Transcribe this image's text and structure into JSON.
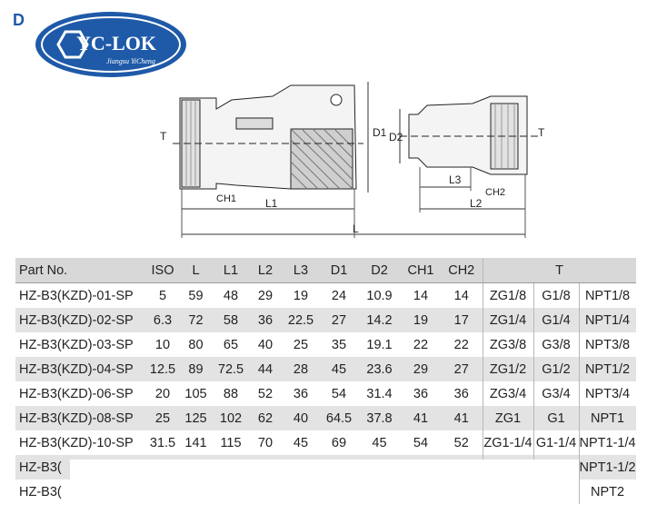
{
  "corner_letter": "D",
  "logo": {
    "brand": "YC-LOK",
    "tagline": "Jiangsu YiCheng"
  },
  "drawing": {
    "labels": {
      "t_left": "T",
      "t_right": "T",
      "d1": "D1",
      "d2": "D2",
      "l": "L",
      "l1": "L1",
      "l2": "L2",
      "l3": "L3",
      "ch1": "CH1",
      "ch2": "CH2"
    }
  },
  "table": {
    "headers": [
      "Part No.",
      "ISO",
      "L",
      "L1",
      "L2",
      "L3",
      "D1",
      "D2",
      "CH1",
      "CH2",
      "T"
    ],
    "rows": [
      {
        "part": "HZ-B3(KZD)-01-SP",
        "iso": "5",
        "l": "59",
        "l1": "48",
        "l2": "29",
        "l3": "19",
        "d1": "24",
        "d2": "10.9",
        "ch1": "14",
        "ch2": "14",
        "t1": "ZG1/8",
        "t2": "G1/8",
        "t3": "NPT1/8"
      },
      {
        "part": "HZ-B3(KZD)-02-SP",
        "iso": "6.3",
        "l": "72",
        "l1": "58",
        "l2": "36",
        "l3": "22.5",
        "d1": "27",
        "d2": "14.2",
        "ch1": "19",
        "ch2": "17",
        "t1": "ZG1/4",
        "t2": "G1/4",
        "t3": "NPT1/4"
      },
      {
        "part": "HZ-B3(KZD)-03-SP",
        "iso": "10",
        "l": "80",
        "l1": "65",
        "l2": "40",
        "l3": "25",
        "d1": "35",
        "d2": "19.1",
        "ch1": "22",
        "ch2": "22",
        "t1": "ZG3/8",
        "t2": "G3/8",
        "t3": "NPT3/8"
      },
      {
        "part": "HZ-B3(KZD)-04-SP",
        "iso": "12.5",
        "l": "89",
        "l1": "72.5",
        "l2": "44",
        "l3": "28",
        "d1": "45",
        "d2": "23.6",
        "ch1": "29",
        "ch2": "27",
        "t1": "ZG1/2",
        "t2": "G1/2",
        "t3": "NPT1/2"
      },
      {
        "part": "HZ-B3(KZD)-06-SP",
        "iso": "20",
        "l": "105",
        "l1": "88",
        "l2": "52",
        "l3": "36",
        "d1": "54",
        "d2": "31.4",
        "ch1": "36",
        "ch2": "36",
        "t1": "ZG3/4",
        "t2": "G3/4",
        "t3": "NPT3/4"
      },
      {
        "part": "HZ-B3(KZD)-08-SP",
        "iso": "25",
        "l": "125",
        "l1": "102",
        "l2": "62",
        "l3": "40",
        "d1": "64.5",
        "d2": "37.8",
        "ch1": "41",
        "ch2": "41",
        "t1": "ZG1",
        "t2": "G1",
        "t3": "NPT1"
      },
      {
        "part": "HZ-B3(KZD)-10-SP",
        "iso": "31.5",
        "l": "141",
        "l1": "115",
        "l2": "70",
        "l3": "45",
        "d1": "69",
        "d2": "45",
        "ch1": "54",
        "ch2": "52",
        "t1": "ZG1-1/4",
        "t2": "G1-1/4",
        "t3": "NPT1-1/4"
      },
      {
        "part": "HZ-B3(",
        "iso": "",
        "l": "",
        "l1": "",
        "l2": "",
        "l3": "",
        "d1": "",
        "d2": "",
        "ch1": "",
        "ch2": "",
        "t1": "",
        "t2": "",
        "t3": "NPT1-1/2"
      },
      {
        "part": "HZ-B3(",
        "iso": "",
        "l": "",
        "l1": "",
        "l2": "",
        "l3": "",
        "d1": "",
        "d2": "",
        "ch1": "",
        "ch2": "",
        "t1": "",
        "t2": "",
        "t3": "NPT2"
      }
    ]
  },
  "colors": {
    "logo_blue": "#1f5aa8",
    "header_bg": "#d8d8d8",
    "stripe_bg": "#e3e3e3"
  }
}
